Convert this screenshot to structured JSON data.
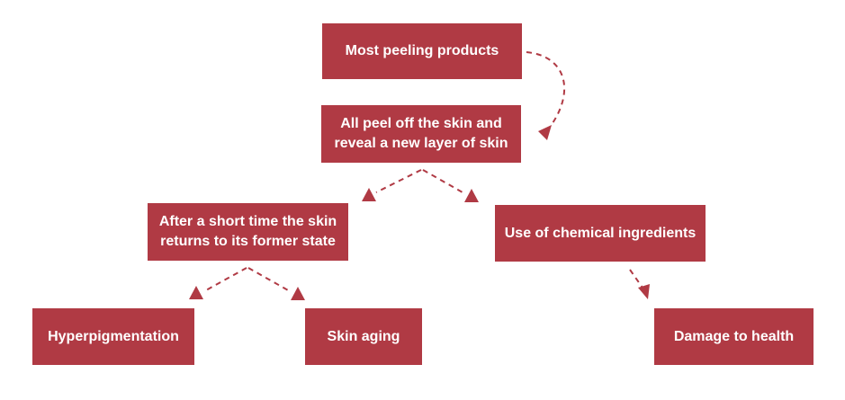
{
  "colors": {
    "node_fill": "#b03a44",
    "node_text": "#ffffff",
    "connector": "#b03a44"
  },
  "nodes": {
    "most_peeling_products": "Most peeling products",
    "peel_off_line1": "All peel off the skin and",
    "peel_off_line2": "reveal a new layer of skin",
    "after_short_time_line1": "After a short time the skin",
    "after_short_time_line2": "returns to its former state",
    "chemical_ingredients": "Use of chemical ingredients",
    "hyperpigmentation": "Hyperpigmentation",
    "skin_aging": "Skin aging",
    "damage_to_health": "Damage to health"
  },
  "edges": [
    {
      "from": "most_peeling_products",
      "to": "peel_off"
    },
    {
      "from": "peel_off",
      "to": "after_short_time"
    },
    {
      "from": "peel_off",
      "to": "chemical_ingredients"
    },
    {
      "from": "after_short_time",
      "to": "hyperpigmentation"
    },
    {
      "from": "after_short_time",
      "to": "skin_aging"
    },
    {
      "from": "chemical_ingredients",
      "to": "damage_to_health"
    }
  ]
}
